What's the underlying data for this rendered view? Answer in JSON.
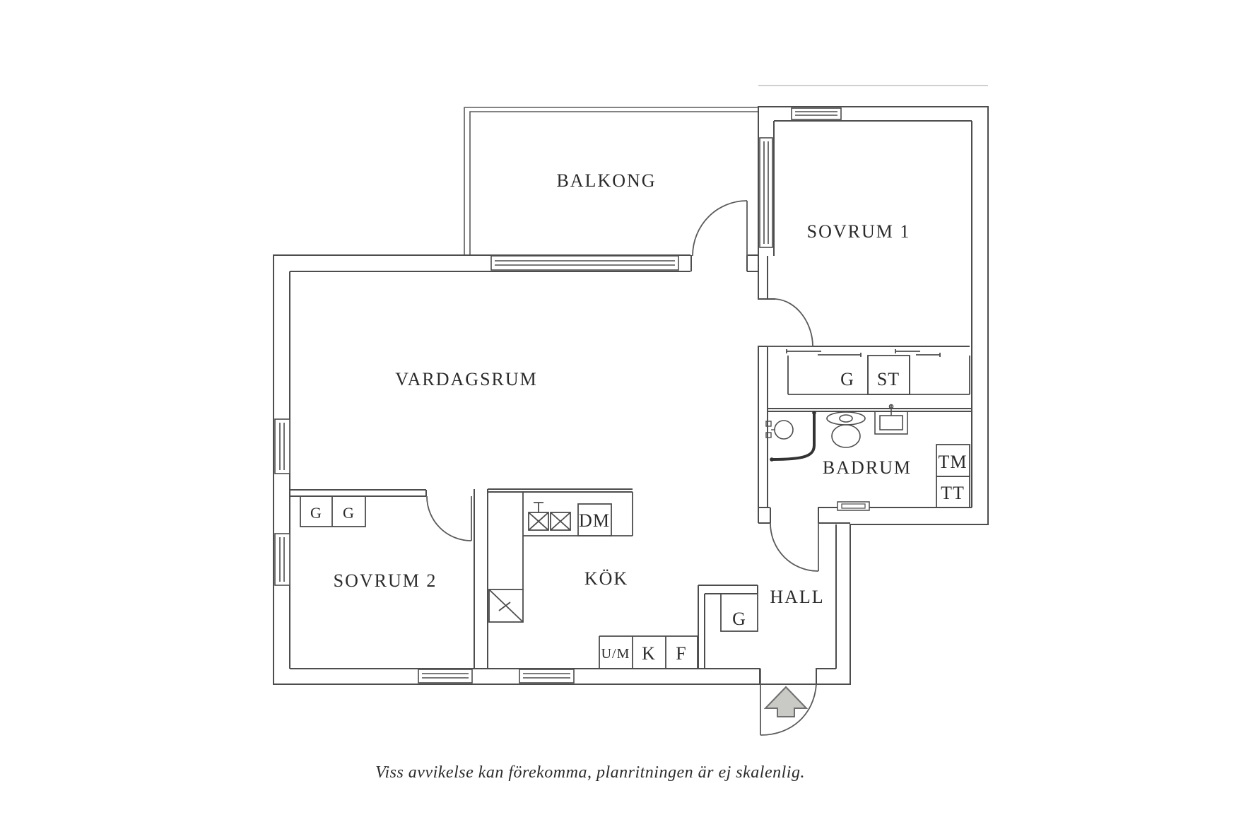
{
  "plan": {
    "caption": "Viss avvikelse kan förekomma, planritningen är ej skalenlig.",
    "rooms": {
      "balkong": "BALKONG",
      "sovrum1": "SOVRUM 1",
      "vardagsrum": "VARDAGSRUM",
      "sovrum2": "SOVRUM 2",
      "kok": "KÖK",
      "hall": "HALL",
      "badrum": "BADRUM"
    },
    "closets": {
      "g_corridor": "G",
      "st_corridor": "ST",
      "g_sovrum2_left": "G",
      "g_sovrum2_right": "G",
      "g_hall": "G"
    },
    "appliances": {
      "tm_washing_machine": "TM",
      "tt_tumble_dryer": "TT",
      "dm_dishwasher": "DM",
      "um_oven_microwave": "U/M",
      "k_fridge": "K",
      "f_freezer": "F"
    },
    "colors": {
      "background": "#ffffff",
      "wall": "#4d4d4d",
      "thin_line": "#5a5a5a",
      "text": "#2b2b2b",
      "arrow_fill": "#c9c9c5",
      "arrow_stroke": "#6f6f6f",
      "slab_line": "#cfcfcf"
    }
  }
}
